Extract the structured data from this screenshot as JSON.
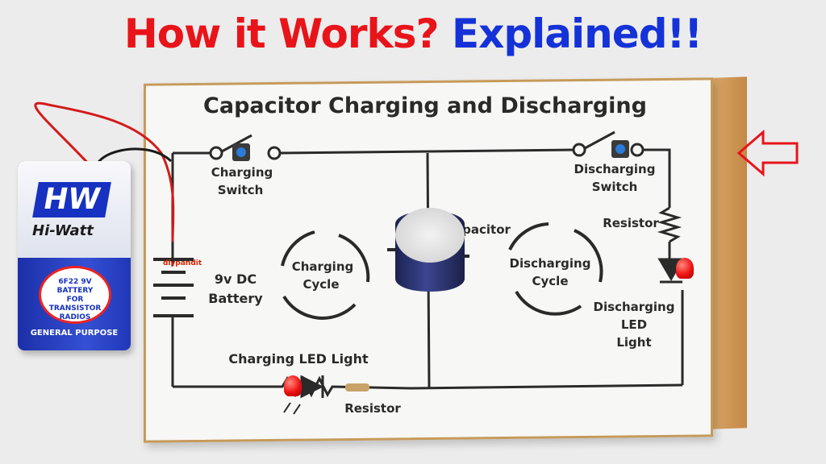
{
  "headline": {
    "part1": "How it Works?",
    "part2": "Explained!!"
  },
  "board": {
    "title": "Capacitor Charging and Discharging",
    "charging_switch": [
      "Charging",
      "Switch"
    ],
    "discharging_switch": [
      "Discharging",
      "Switch"
    ],
    "battery_label": [
      "9v DC",
      "Battery"
    ],
    "charging_cycle": [
      "Charging",
      "Cycle"
    ],
    "discharging_cycle": [
      "Discharging",
      "Cycle"
    ],
    "capacitor_label": "apacitor",
    "resistor_right": "Resistor",
    "discharging_led": [
      "Discharging",
      "LED",
      "Light"
    ],
    "charging_led": "Charging LED Light",
    "resistor_bottom": "Resistor",
    "watermark": "diypandit"
  },
  "battery": {
    "logo": "HW",
    "brand": "Hi-Watt",
    "oval_lines": [
      "6F22 9V",
      "BATTERY",
      "FOR",
      "TRANSISTOR",
      "RADIOS"
    ],
    "footer": "GENERAL PURPOSE"
  },
  "colors": {
    "red": "#e8141a",
    "blue": "#1432d8",
    "ink": "#2a2a2a"
  }
}
